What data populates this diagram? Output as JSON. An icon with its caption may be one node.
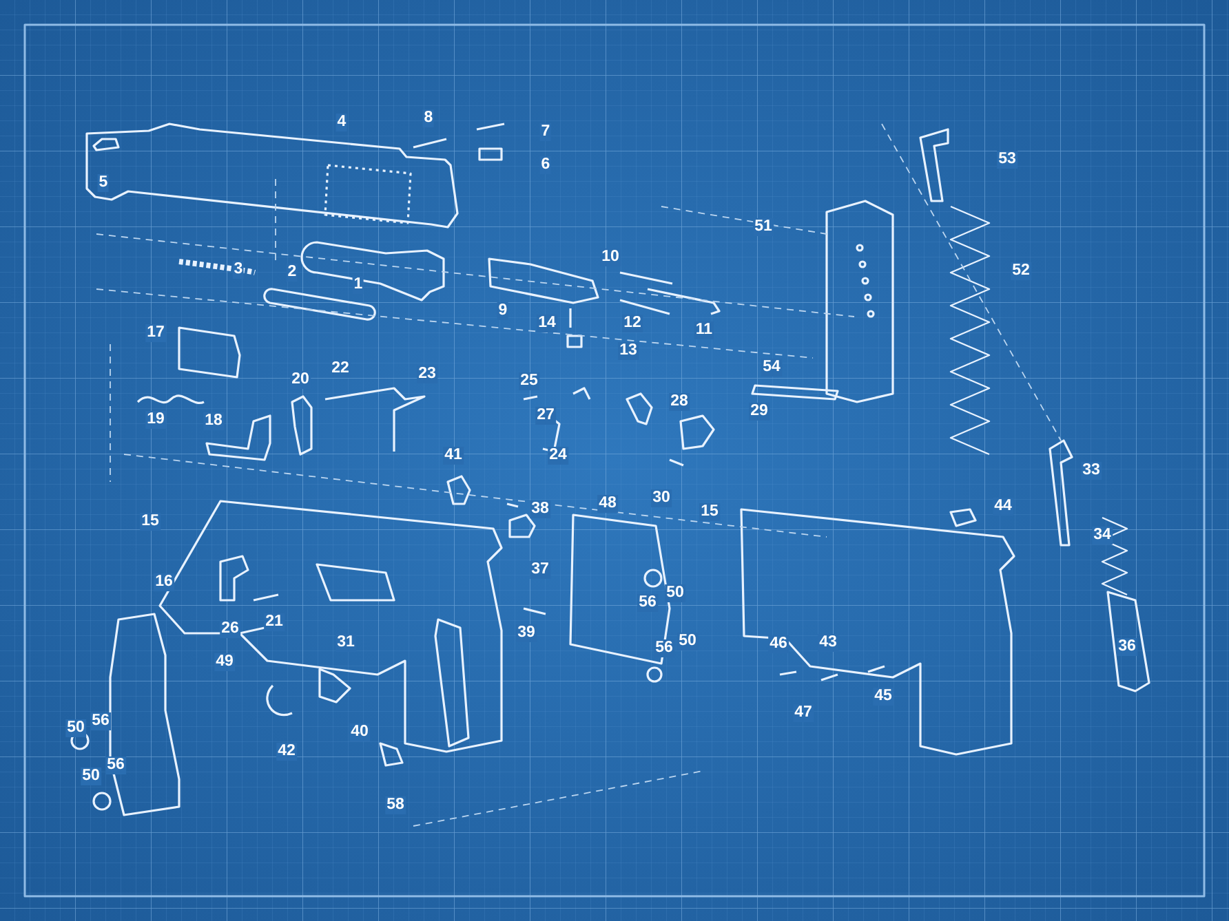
{
  "diagram": {
    "labels": [
      "4",
      "8",
      "7",
      "6",
      "53",
      "5",
      "51",
      "3",
      "10",
      "2",
      "52",
      "1",
      "9",
      "14",
      "12",
      "11",
      "13",
      "17",
      "54",
      "22",
      "23",
      "20",
      "25",
      "28",
      "29",
      "27",
      "19",
      "18",
      "41",
      "24",
      "33",
      "30",
      "48",
      "44",
      "38",
      "15",
      "15",
      "34",
      "37",
      "16",
      "50",
      "56",
      "21",
      "26",
      "39",
      "50",
      "46",
      "43",
      "56",
      "31",
      "36",
      "49",
      "45",
      "47",
      "40",
      "50",
      "56",
      "42",
      "50",
      "56",
      "58"
    ]
  }
}
